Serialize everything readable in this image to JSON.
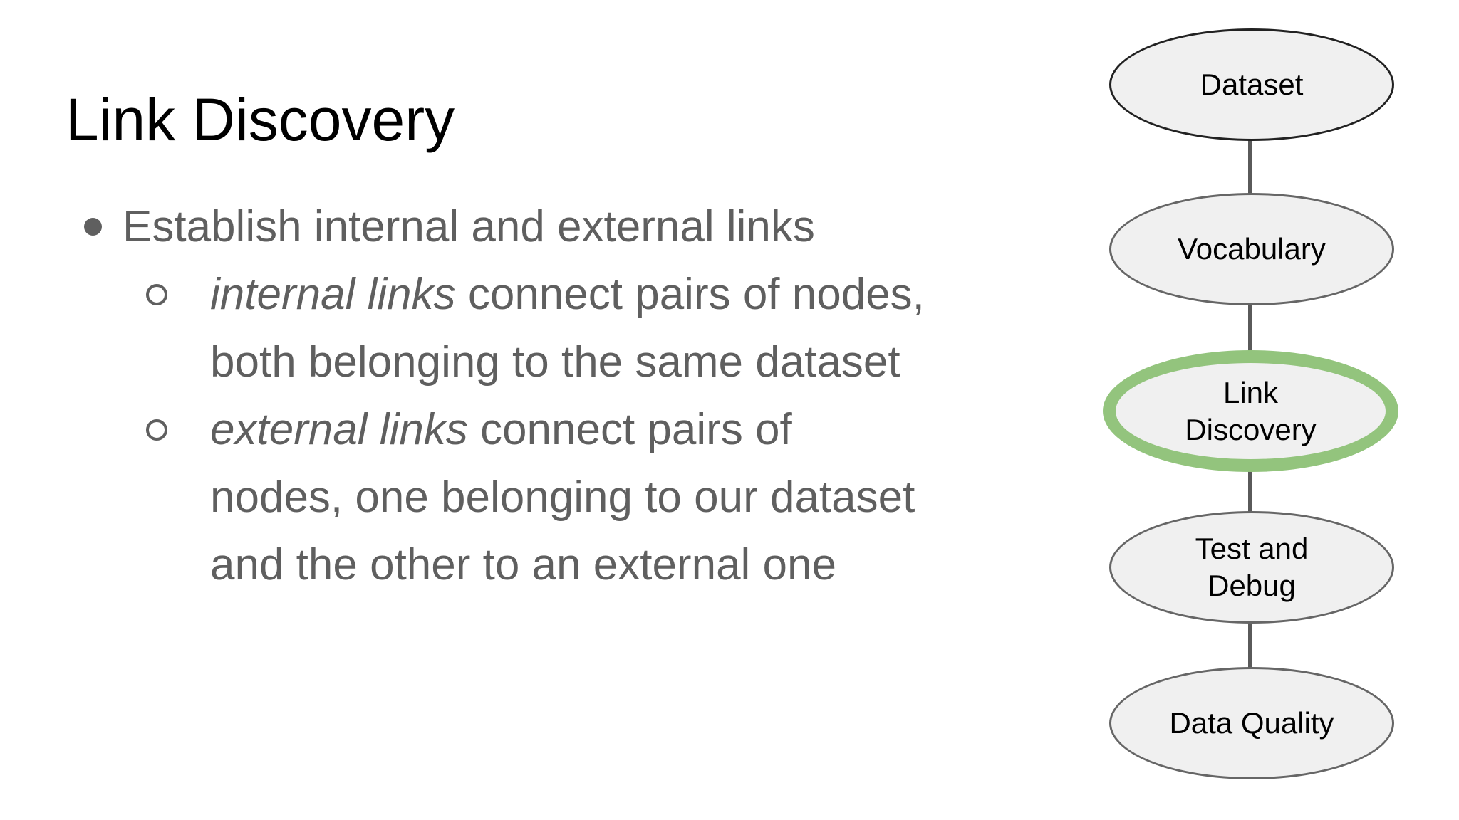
{
  "slide": {
    "title": "Link Discovery",
    "background_color": "#ffffff",
    "title_color": "#000000",
    "body_text_color": "#5f5f5f"
  },
  "bullets": [
    {
      "level": 1,
      "lines": [
        [
          {
            "text": "Establish internal and external links",
            "italic": false
          }
        ]
      ]
    },
    {
      "level": 2,
      "lines": [
        [
          {
            "text": "internal links",
            "italic": true
          },
          {
            "text": " connect pairs of nodes,",
            "italic": false
          }
        ],
        [
          {
            "text": "both belonging to the same dataset",
            "italic": false
          }
        ]
      ]
    },
    {
      "level": 2,
      "lines": [
        [
          {
            "text": "external links",
            "italic": true
          },
          {
            "text": " connect pairs of",
            "italic": false
          }
        ],
        [
          {
            "text": "nodes, one belonging to our dataset",
            "italic": false
          }
        ],
        [
          {
            "text": "and the other to an external one",
            "italic": false
          }
        ]
      ]
    }
  ],
  "diagram": {
    "type": "vertical-flow",
    "connector_color": "#5a5a5a",
    "node_fill_color": "#f0f0f0",
    "node_border_color": "#666666",
    "first_node_border_color": "#222222",
    "highlight_border_color": "#93c47d",
    "nodes": [
      {
        "id": "dataset",
        "label_lines": [
          "Dataset"
        ],
        "highlight": false
      },
      {
        "id": "vocabulary",
        "label_lines": [
          "Vocabulary"
        ],
        "highlight": false
      },
      {
        "id": "link-discovery",
        "label_lines": [
          "Link",
          "Discovery"
        ],
        "highlight": true
      },
      {
        "id": "test-and-debug",
        "label_lines": [
          "Test and",
          "Debug"
        ],
        "highlight": false
      },
      {
        "id": "data-quality",
        "label_lines": [
          "Data Quality"
        ],
        "highlight": false
      }
    ]
  }
}
